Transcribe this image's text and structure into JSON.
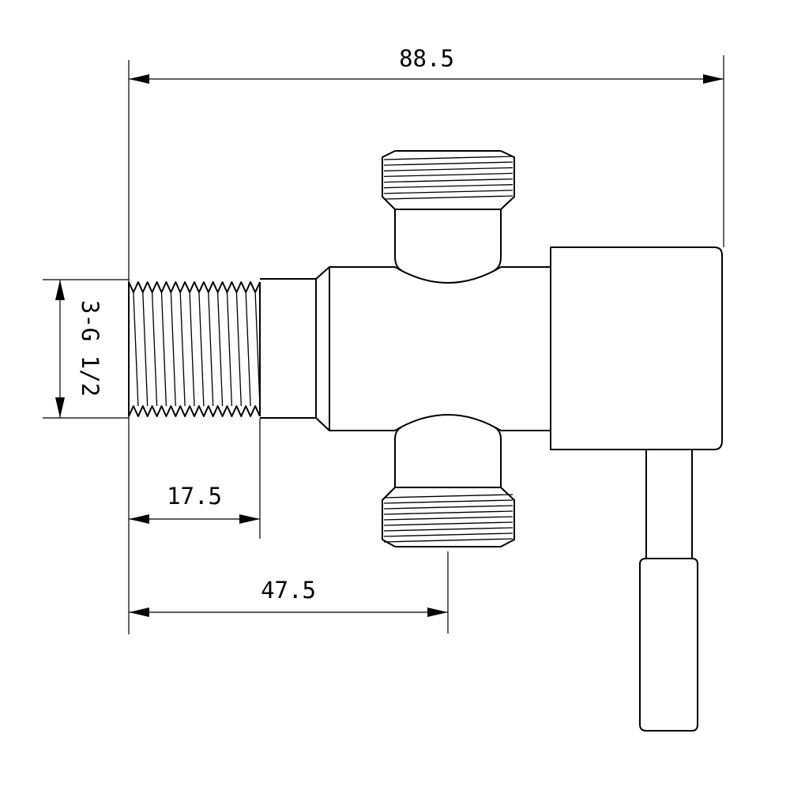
{
  "dimensions": {
    "overall_width": "88.5",
    "thread_length": "17.5",
    "outlet_offset": "47.5",
    "thread_size": "3-G 1/2"
  }
}
